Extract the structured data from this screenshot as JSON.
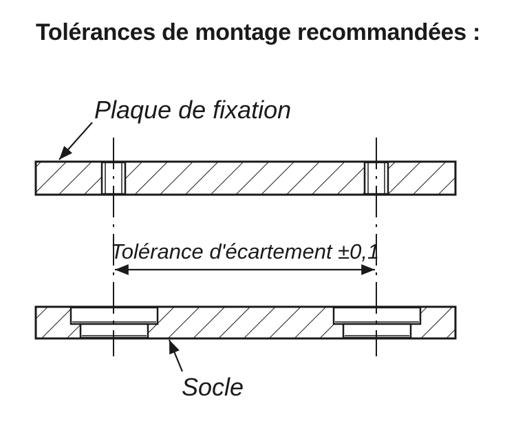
{
  "title": "Tolérances de montage recommandées :",
  "labels": {
    "plate": "Plaque de fixation",
    "spacing": "Tolérance d'écartement ±0,1",
    "base": "Socle"
  },
  "colors": {
    "stroke": "#1a1a1a",
    "background": "#ffffff"
  }
}
